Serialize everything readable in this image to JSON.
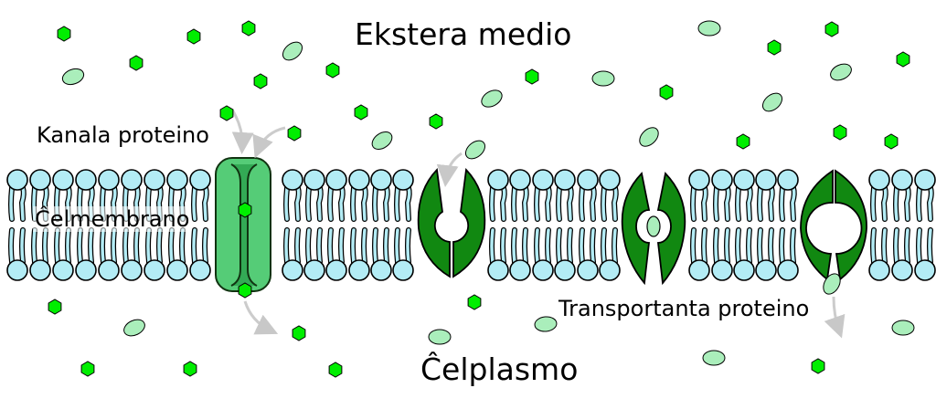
{
  "labels": {
    "extracellular": "Ekstera medio",
    "cytoplasm": "Ĉelplasmo",
    "channel_protein": "Kanala proteino",
    "membrane": "Ĉelmembrano",
    "transport_protein": "Transportanta proteino"
  },
  "colors": {
    "lipid_head": "#b3ecf5",
    "channel_outer": "#55cc77",
    "channel_inner": "#33aa55",
    "carrier": "#118811",
    "hexagon_molecule": "#00ee00",
    "ellipse_molecule": "#aaeebb",
    "arrow": "#cccccc"
  }
}
